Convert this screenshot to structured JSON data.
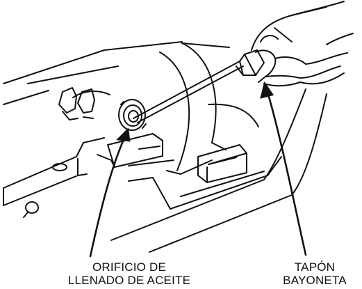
{
  "labels": {
    "oil_fill_hole": {
      "line1": "ORIFICIO DE",
      "line2": "LLENADO DE ACEITE"
    },
    "bayonet_cap": {
      "line1": "TAPÓN",
      "line2": "BAYONETA"
    }
  },
  "colors": {
    "ink": "#111111",
    "background": "#ffffff"
  }
}
